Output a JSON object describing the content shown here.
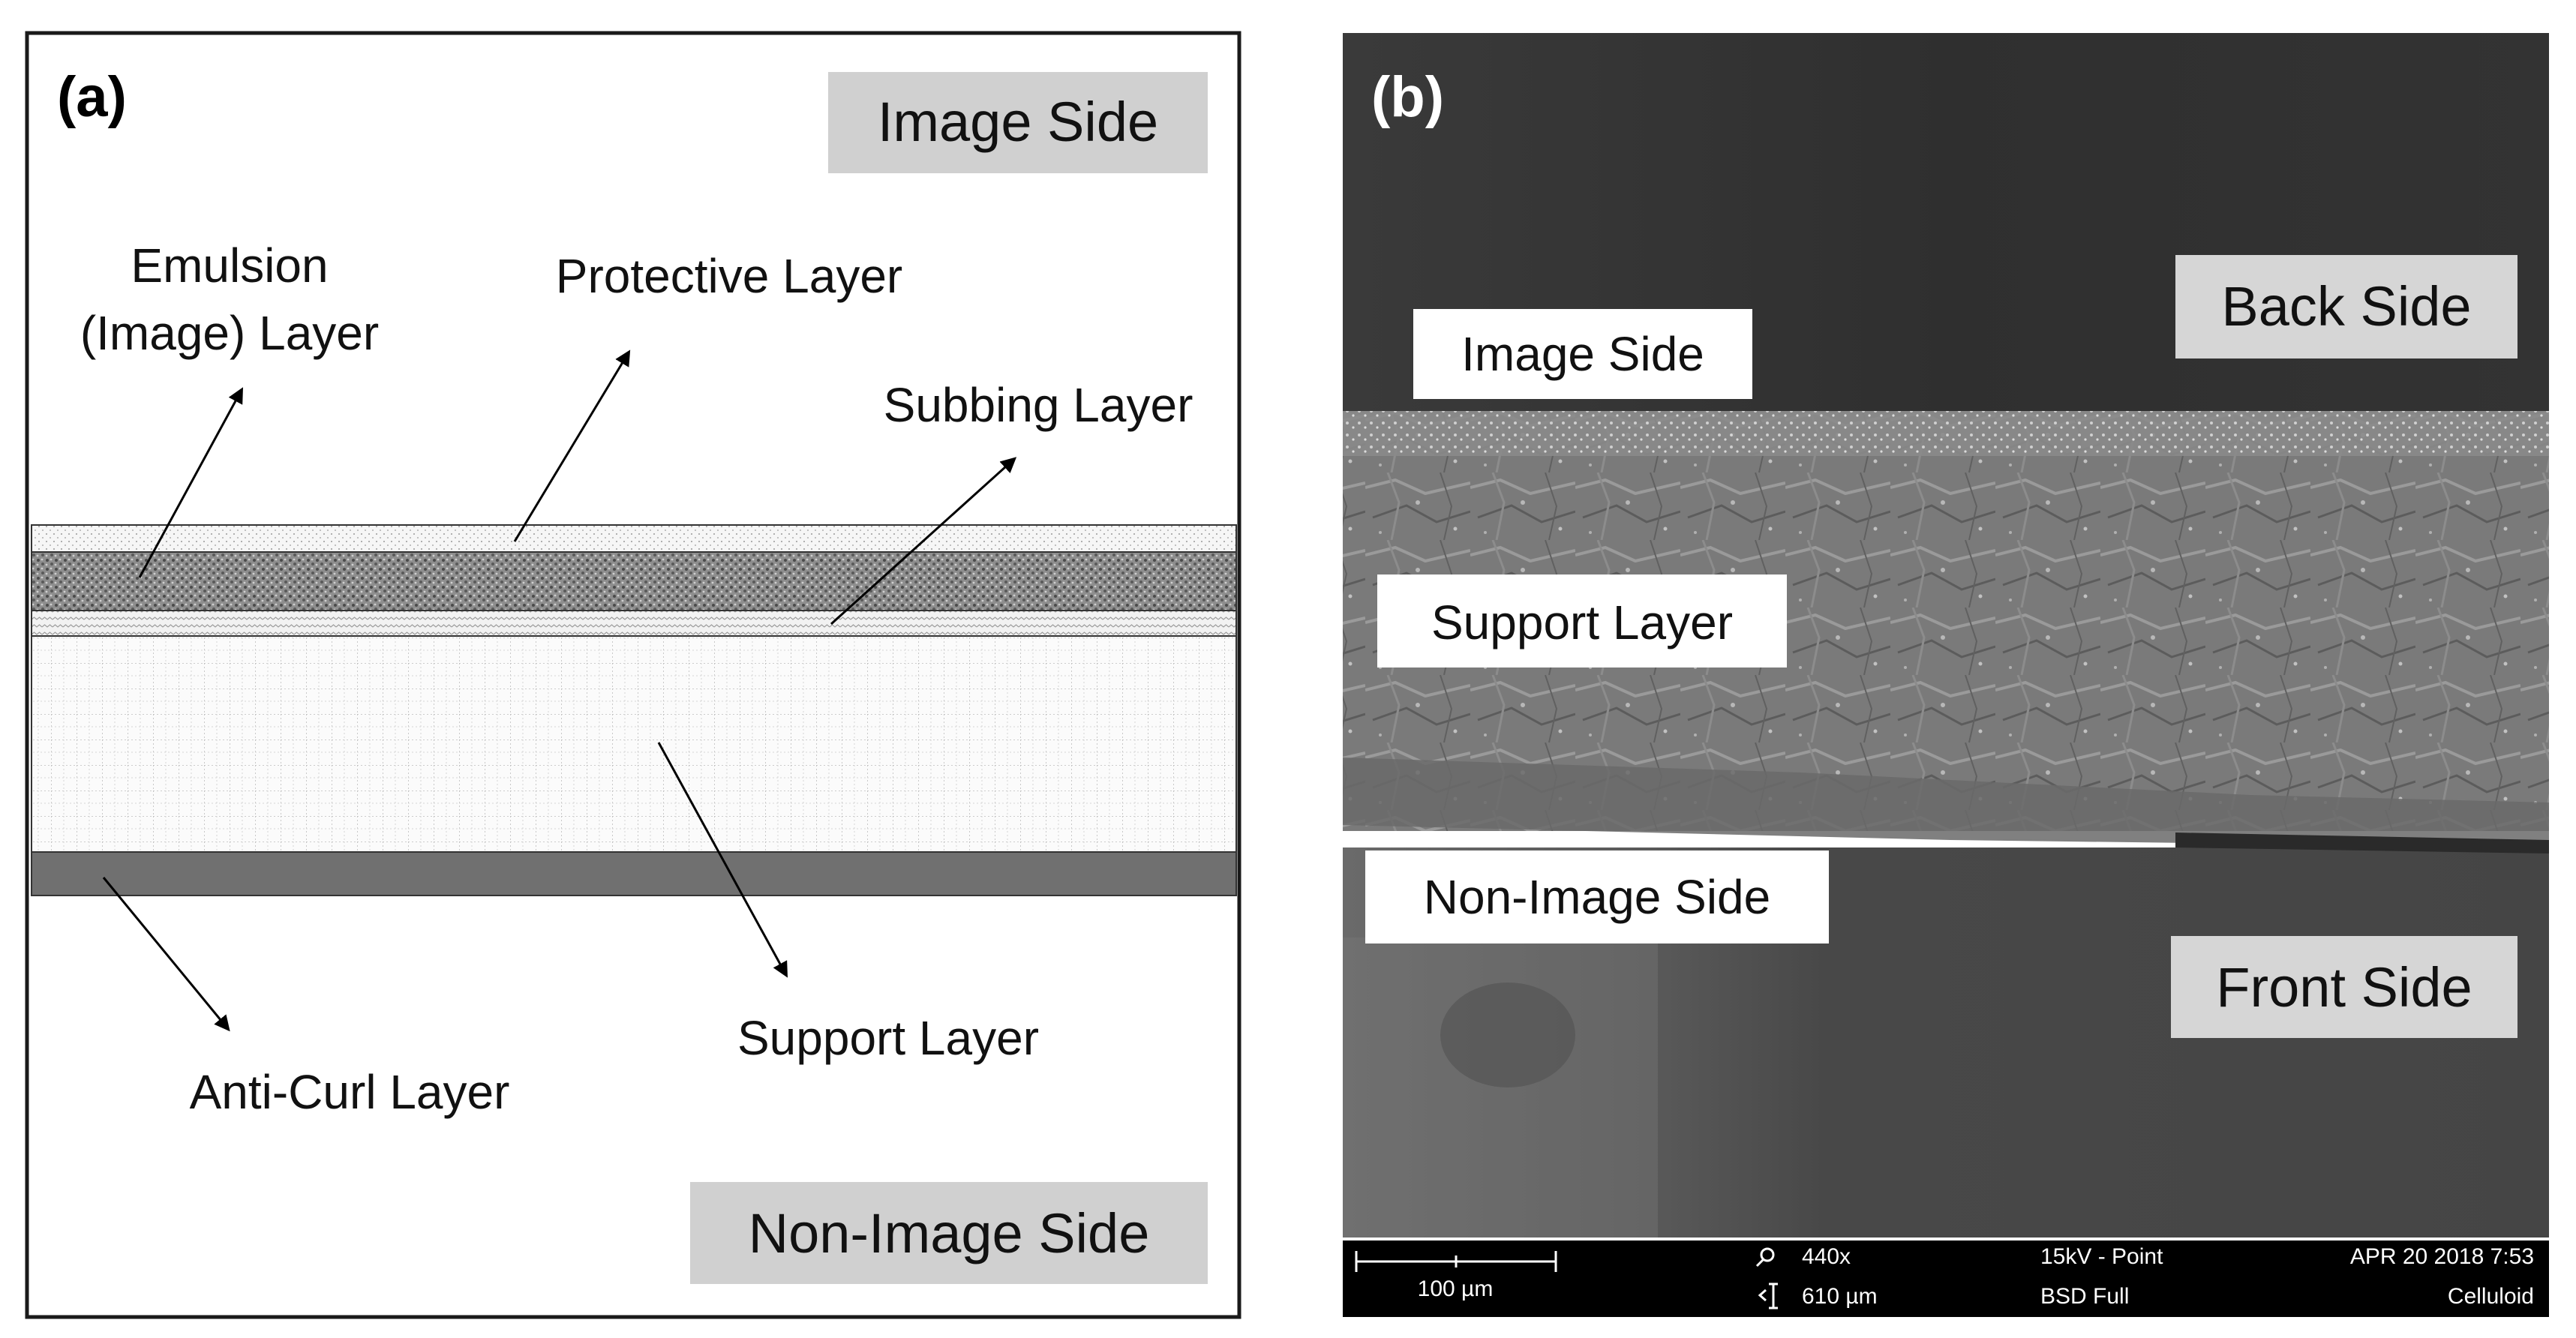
{
  "panel_a": {
    "tag": "(a)",
    "top_box": "Image Side",
    "bottom_box": "Non-Image Side",
    "labels": {
      "emulsion_line1": "Emulsion",
      "emulsion_line2": "(Image) Layer",
      "protective": "Protective Layer",
      "subbing": "Subbing Layer",
      "support": "Support Layer",
      "anticurl": "Anti-Curl Layer"
    }
  },
  "panel_b": {
    "tag": "(b)",
    "labels": {
      "image_side": "Image Side",
      "back_side": "Back Side",
      "support": "Support Layer",
      "non_image_side": "Non-Image Side",
      "front_side": "Front Side"
    },
    "info_bar": {
      "scale": "100 µm",
      "magnification": "440x",
      "field_width": "610 µm",
      "voltage": "15kV - Point",
      "detector": "BSD Full",
      "date": "APR 20 2018 7:53",
      "sample": "Celluloid"
    }
  }
}
